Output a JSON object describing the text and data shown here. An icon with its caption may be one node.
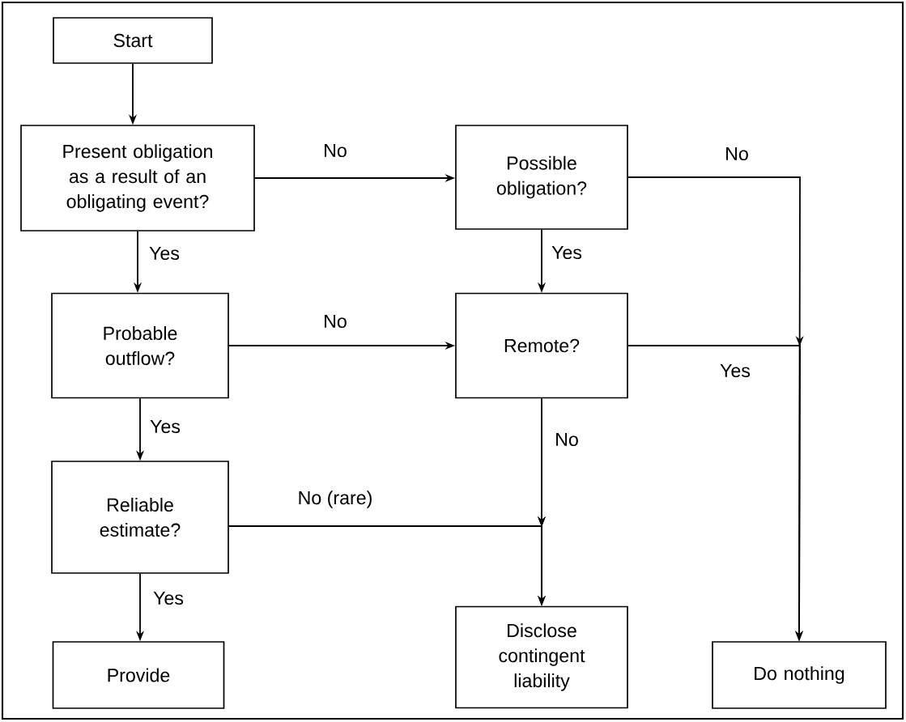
{
  "diagram": {
    "nodes": [
      {
        "text": [
          "Start"
        ]
      },
      {
        "text": [
          "Present obligation as a result of an obligating event?"
        ]
      },
      {
        "text": [
          "Possible obligation?"
        ]
      },
      {
        "text": [
          "Probable outflow?"
        ]
      },
      {
        "text": [
          "Remote?"
        ]
      },
      {
        "text": [
          "Reliable estimate?"
        ]
      },
      {
        "text": [
          "Provide"
        ]
      },
      {
        "text": [
          "Disclose contingent liability"
        ]
      },
      {
        "text": [
          "Do nothing"
        ]
      }
    ],
    "edges": [
      {
        "from": 0,
        "to": 1,
        "arrow": "to"
      },
      {
        "from": 1,
        "to": 2,
        "arrow": "to",
        "label": "No"
      },
      {
        "from": 1,
        "to": 3,
        "arrow": "to",
        "label": "Yes"
      },
      {
        "from": 2,
        "to": 8,
        "arrow": "to",
        "label": "No"
      },
      {
        "from": 2,
        "to": 4,
        "arrow": "to",
        "label": "Yes"
      },
      {
        "from": 3,
        "to": 4,
        "arrow": "to",
        "label": "No"
      },
      {
        "from": 3,
        "to": 5,
        "arrow": "to",
        "label": "Yes"
      },
      {
        "from": 4,
        "to": 8,
        "arrow": "to",
        "label": "Yes"
      },
      {
        "from": 4,
        "to": 7,
        "arrow": "to",
        "label": "No"
      },
      {
        "from": 5,
        "to": 7,
        "arrow": "to",
        "label": "No (rare)"
      },
      {
        "from": 5,
        "to": 6,
        "arrow": "to",
        "label": "Yes"
      }
    ]
  }
}
